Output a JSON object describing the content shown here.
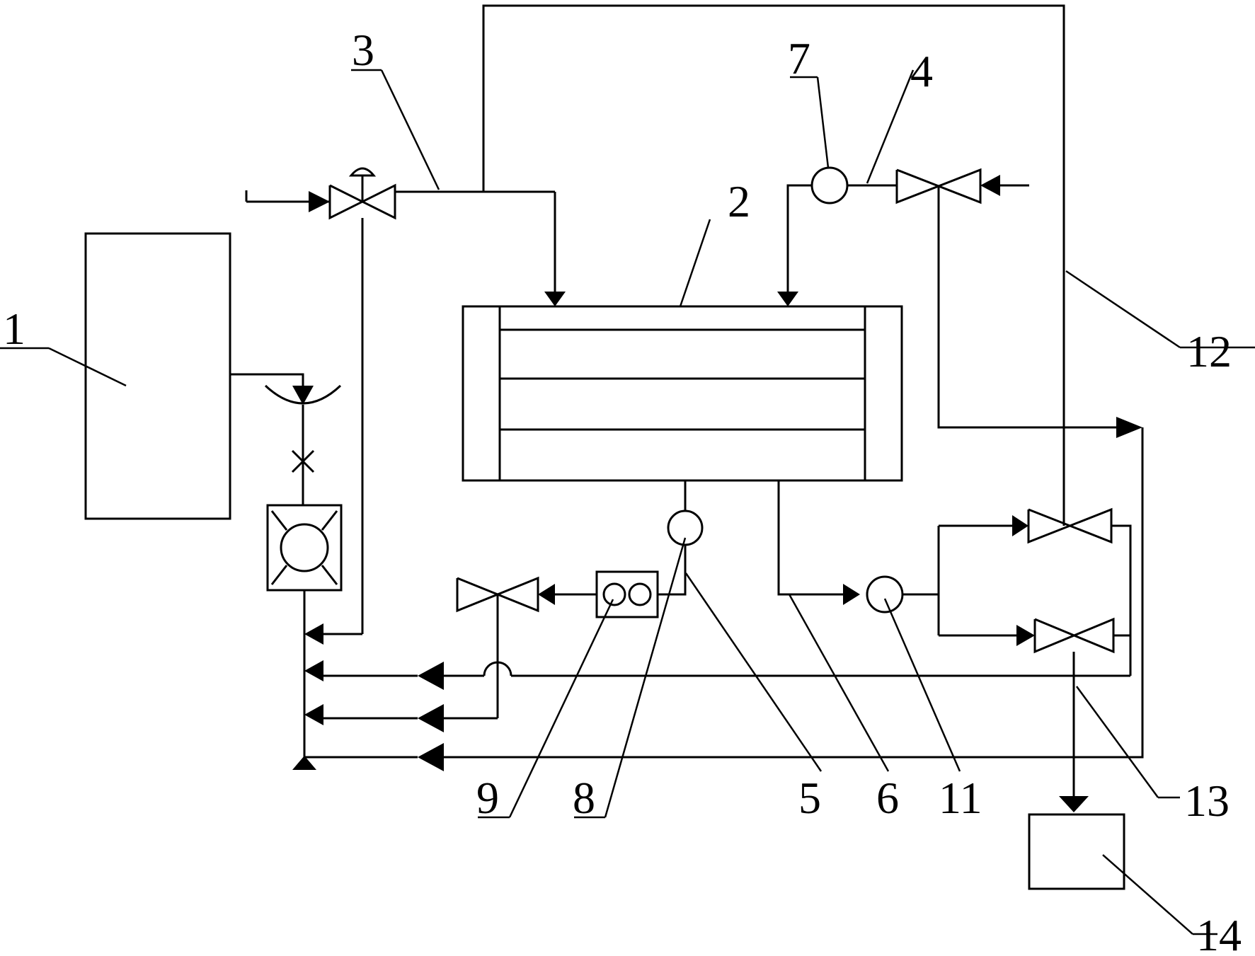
{
  "labels": {
    "n1": "1",
    "n2": "2",
    "n3": "3",
    "n4": "4",
    "n5": "5",
    "n6": "6",
    "n7": "7",
    "n8": "8",
    "n9": "9",
    "n11": "11",
    "n12": "12",
    "n13": "13",
    "n14": "14"
  }
}
